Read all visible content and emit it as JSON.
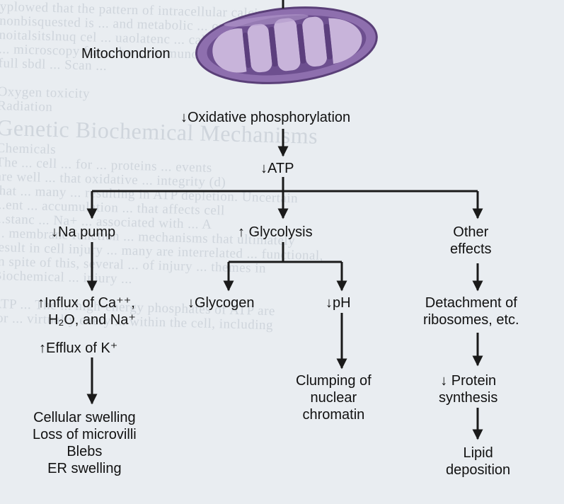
{
  "background_text": [
    "yplowed that the pattern of intracellular calcium or",
    "nonbisquested is ... and metabolic ... oxidative",
    "noitalsitslnuq cel ... uaolatenc ... cal ... aspect",
    "   ... microscopy for ... by ... immunostaining",
    "   full sbdl ... Scan ...",
    "",
    "        Oxygen toxicity",
    "                           Radiation",
    "Genetic Biochemical Mechanisms",
    "   Chemicals",
    "   The ... cell ... for ... proteins ... events",
    "are well ... that oxidative ... integrity (d)",
    "that ... many ... resulting in ATP depletion. Uncertain",
    "...ent ... accumulation ... that affects cell",
    "...stanc ... Na+ ... associated with ... A",
    "... membrane function ... mechanisms that ultimately",
    "result in cell injury ... many are interrelated ... functional,",
    "In spite of this, several ... of injury ... themes in",
    "Biochemical ... injury ...",
    "",
    "   ATP ... The ... high-energy phosphates of ATP are",
    "for ... virtually every ... within the cell, including"
  ],
  "nodes": {
    "mitochondrion": "Mitochondrion",
    "oxphos": "↓Oxidative phosphorylation",
    "atp": "↓ATP",
    "na_pump": "↓Na pump",
    "glycolysis": "↑ Glycolysis",
    "other_effects": [
      "Other",
      "effects"
    ],
    "influx": [
      "↑Influx of Ca⁺⁺,",
      "H₂O, and Na⁺"
    ],
    "efflux": "↑Efflux of K⁺",
    "glycogen": "↓Glycogen",
    "ph": "↓pH",
    "detachment": [
      "Detachment of",
      "ribosomes, etc."
    ],
    "swelling": [
      "Cellular swelling",
      "Loss of microvilli",
      "Blebs",
      "ER swelling"
    ],
    "clumping": [
      "Clumping of",
      "nuclear",
      "chromatin"
    ],
    "protein": [
      "↓ Protein",
      "synthesis"
    ],
    "lipid": [
      "Lipid",
      "deposition"
    ]
  },
  "colors": {
    "mito_outer": "#8e6fae",
    "mito_inner": "#5c3f7d",
    "mito_highlight": "#c8b4da",
    "arrow": "#1a1a1a"
  }
}
